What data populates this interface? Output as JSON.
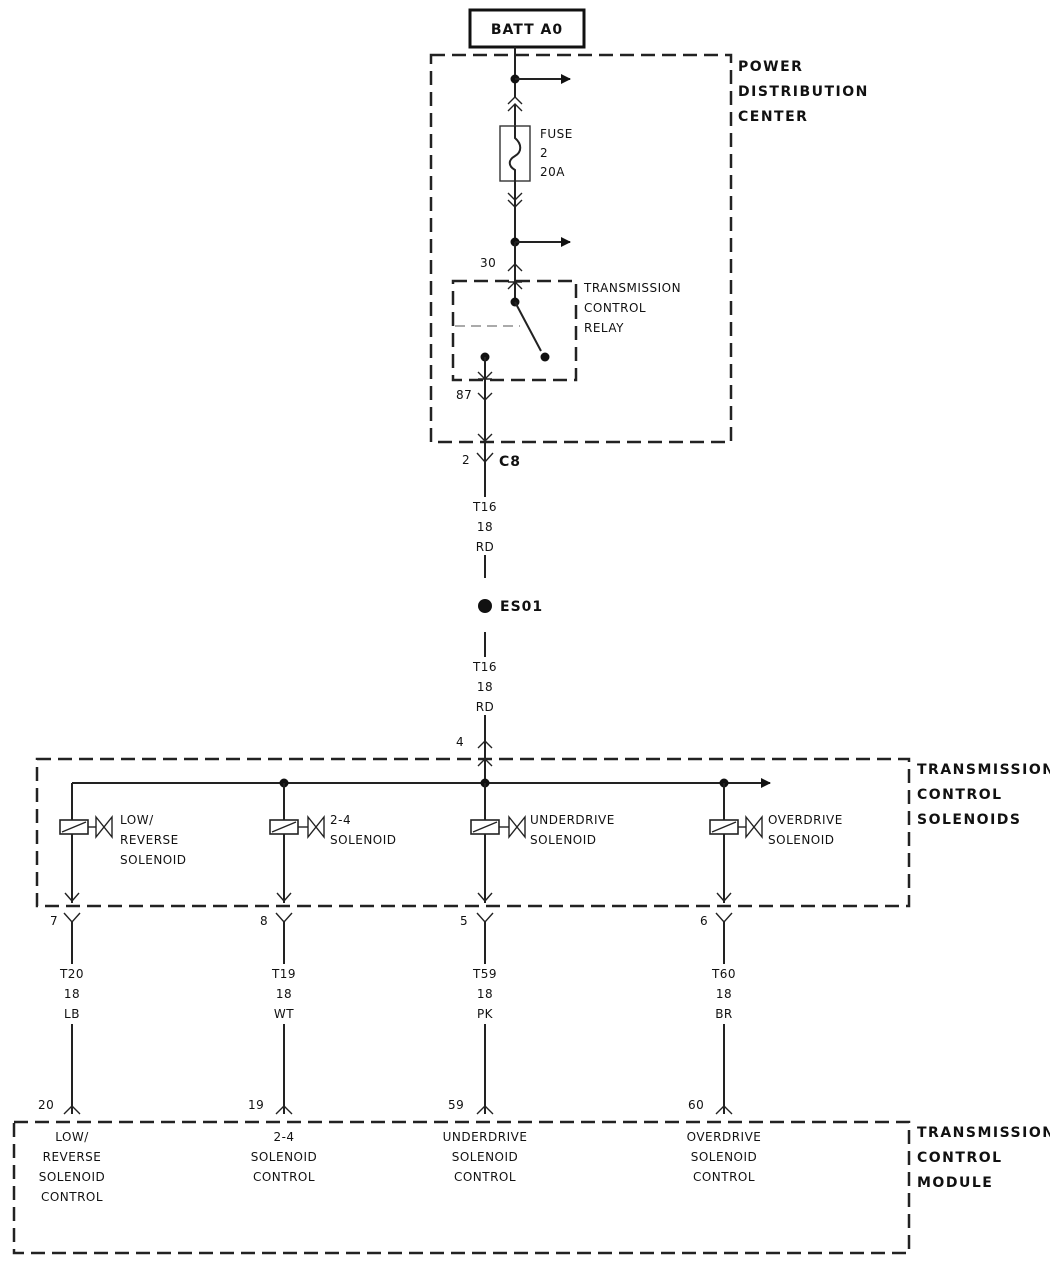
{
  "source": {
    "label": "BATT A0"
  },
  "pdc": {
    "label_lines": [
      "POWER",
      "DISTRIBUTION",
      "CENTER"
    ],
    "fuse_lines": [
      "FUSE",
      "2",
      "20A"
    ],
    "relay_lines": [
      "TRANSMISSION",
      "CONTROL",
      "RELAY"
    ],
    "pin_30": "30",
    "pin_87": "87"
  },
  "connector_c8": {
    "pin": "2",
    "name": "C8"
  },
  "wire_upper": [
    "T16",
    "18",
    "RD"
  ],
  "splice": {
    "name": "ES01"
  },
  "wire_lower": [
    "T16",
    "18",
    "RD"
  ],
  "solenoid_block": {
    "label_lines": [
      "TRANSMISSION",
      "CONTROL",
      "SOLENOIDS"
    ],
    "input_pin": "4",
    "solenoids": [
      {
        "label_lines": [
          "LOW/",
          "REVERSE",
          "SOLENOID"
        ],
        "out_pin": "7"
      },
      {
        "label_lines": [
          "2-4",
          "SOLENOID"
        ],
        "out_pin": "8"
      },
      {
        "label_lines": [
          "UNDERDRIVE",
          "SOLENOID"
        ],
        "out_pin": "5"
      },
      {
        "label_lines": [
          "OVERDRIVE",
          "SOLENOID"
        ],
        "out_pin": "6"
      }
    ]
  },
  "output_wires": [
    {
      "lines": [
        "T20",
        "18",
        "LB"
      ]
    },
    {
      "lines": [
        "T19",
        "18",
        "WT"
      ]
    },
    {
      "lines": [
        "T59",
        "18",
        "PK"
      ]
    },
    {
      "lines": [
        "T60",
        "18",
        "BR"
      ]
    }
  ],
  "tcm": {
    "label_lines": [
      "TRANSMISSION",
      "CONTROL",
      "MODULE"
    ],
    "inputs": [
      {
        "pin": "20",
        "label_lines": [
          "LOW/",
          "REVERSE",
          "SOLENOID",
          "CONTROL"
        ]
      },
      {
        "pin": "19",
        "label_lines": [
          "2-4",
          "SOLENOID",
          "CONTROL"
        ]
      },
      {
        "pin": "59",
        "label_lines": [
          "UNDERDRIVE",
          "SOLENOID",
          "CONTROL"
        ]
      },
      {
        "pin": "60",
        "label_lines": [
          "OVERDRIVE",
          "SOLENOID",
          "CONTROL"
        ]
      }
    ]
  }
}
